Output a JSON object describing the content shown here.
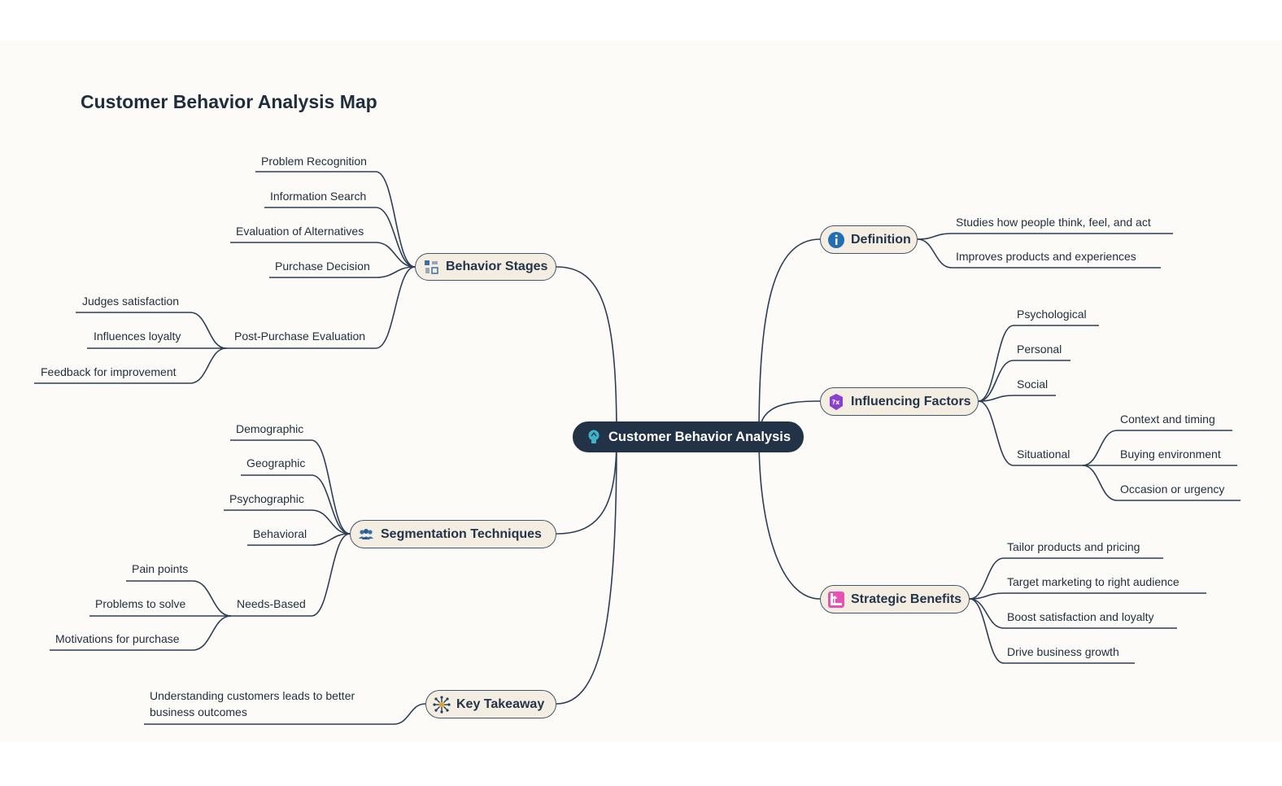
{
  "title": "Customer Behavior Analysis Map",
  "root": {
    "label": "Customer Behavior Analysis",
    "icon": "lightbulb-icon"
  },
  "branches": {
    "behavior_stages": {
      "label": "Behavior Stages",
      "icon": "stages-diagram-icon",
      "items": [
        "Problem Recognition",
        "Information Search",
        "Evaluation of Alternatives",
        "Purchase Decision",
        "Post-Purchase Evaluation"
      ],
      "post_purchase_items": [
        "Judges satisfaction",
        "Influences loyalty",
        "Feedback for improvement"
      ]
    },
    "segmentation": {
      "label": "Segmentation Techniques",
      "icon": "people-group-icon",
      "items": [
        "Demographic",
        "Geographic",
        "Psychographic",
        "Behavioral",
        "Needs-Based"
      ],
      "needs_items": [
        "Pain points",
        "Problems to solve",
        "Motivations for purchase"
      ]
    },
    "key_takeaway": {
      "label": "Key Takeaway",
      "icon": "network-icon",
      "text": "Understanding customers leads to better business outcomes"
    },
    "definition": {
      "label": "Definition",
      "icon": "info-icon",
      "items": [
        "Studies how people think, feel, and act",
        "Improves products and experiences"
      ]
    },
    "influencing": {
      "label": "Influencing Factors",
      "icon": "question-puzzle-icon",
      "items": [
        "Psychological",
        "Personal",
        "Social",
        "Situational"
      ],
      "situational_items": [
        "Context and timing",
        "Buying environment",
        "Occasion or urgency"
      ]
    },
    "strategic": {
      "label": "Strategic Benefits",
      "icon": "growth-chart-icon",
      "items": [
        "Tailor products and pricing",
        "Target marketing to right audience",
        "Boost satisfaction and loyalty",
        "Drive business growth"
      ]
    }
  },
  "colors": {
    "root": "#223247",
    "node_fill": "#f3ede2",
    "line": "#2c3e57",
    "canvas": "#fcfbf8"
  }
}
